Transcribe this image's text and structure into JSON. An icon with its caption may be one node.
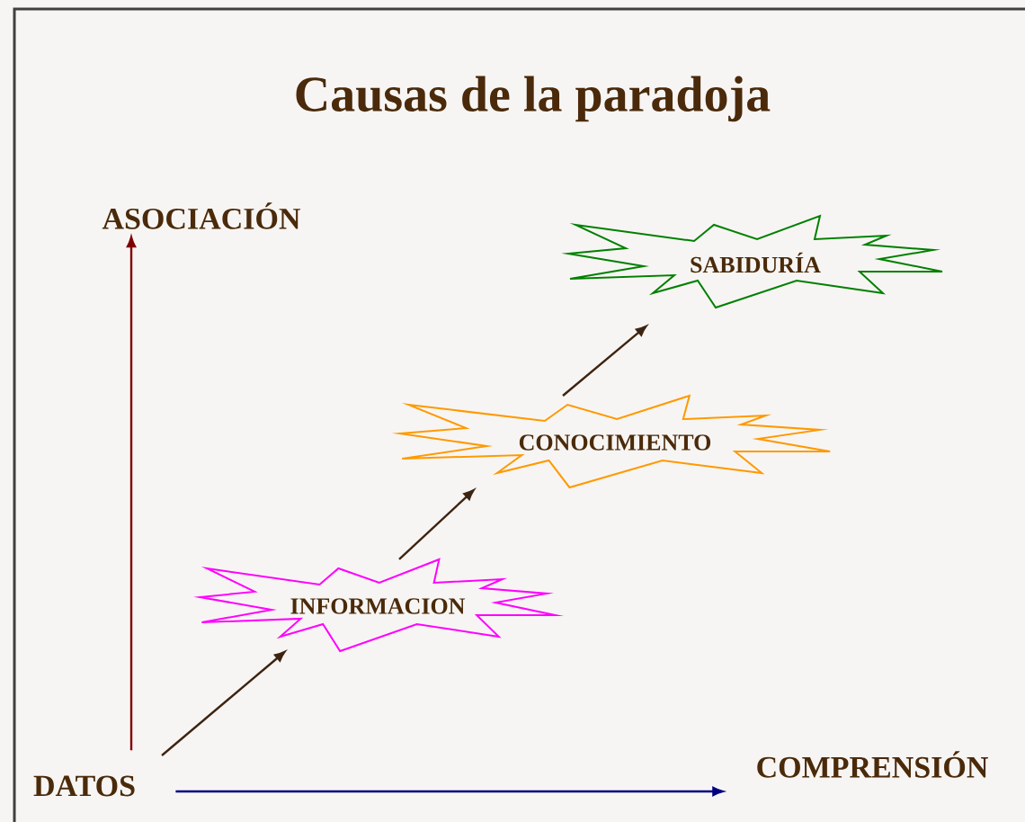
{
  "diagram": {
    "title": "Causas de la paradoja",
    "nodes": [
      {
        "text": [
          "DATOS"
        ]
      },
      {
        "text": [
          "INFORMACION"
        ]
      },
      {
        "text": [
          "CONOCIMIENTO"
        ]
      },
      {
        "text": [
          "SABIDURÍA"
        ]
      },
      {
        "text": [
          "ASOCIACIÓN"
        ]
      },
      {
        "text": [
          "COMPRENSIÓN"
        ]
      }
    ],
    "edges": [
      {
        "from": 0,
        "to": 1,
        "arrow": "to"
      },
      {
        "from": 1,
        "to": 2,
        "arrow": "to"
      },
      {
        "from": 2,
        "to": 3,
        "arrow": "to"
      },
      {
        "from": 0,
        "to": 4,
        "arrow": "to",
        "color": "#800000"
      },
      {
        "from": 0,
        "to": 5,
        "arrow": "to",
        "color": "#000080"
      }
    ]
  }
}
